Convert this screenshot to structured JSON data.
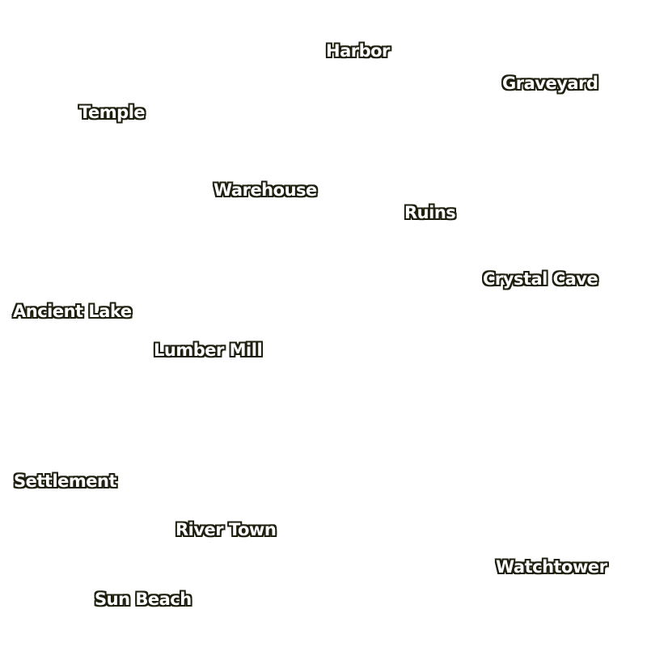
{
  "map": {
    "labels": {
      "harbor": "Harbor",
      "graveyard": "Graveyard",
      "temple": "Temple",
      "warehouse": "Warehouse",
      "ruins": "Ruins",
      "crystal_cave": "Crystal Cave",
      "ancient_lake": "Ancient Lake",
      "lumber_mill": "Lumber Mill",
      "settlement": "Settlement",
      "river_town": "River Town",
      "watchtower": "Watchtower",
      "sun_beach": "Sun Beach"
    },
    "colors": {
      "label_fill": "#ffffff",
      "label_outline": "#1f1f10",
      "background": "#ffffff"
    }
  }
}
